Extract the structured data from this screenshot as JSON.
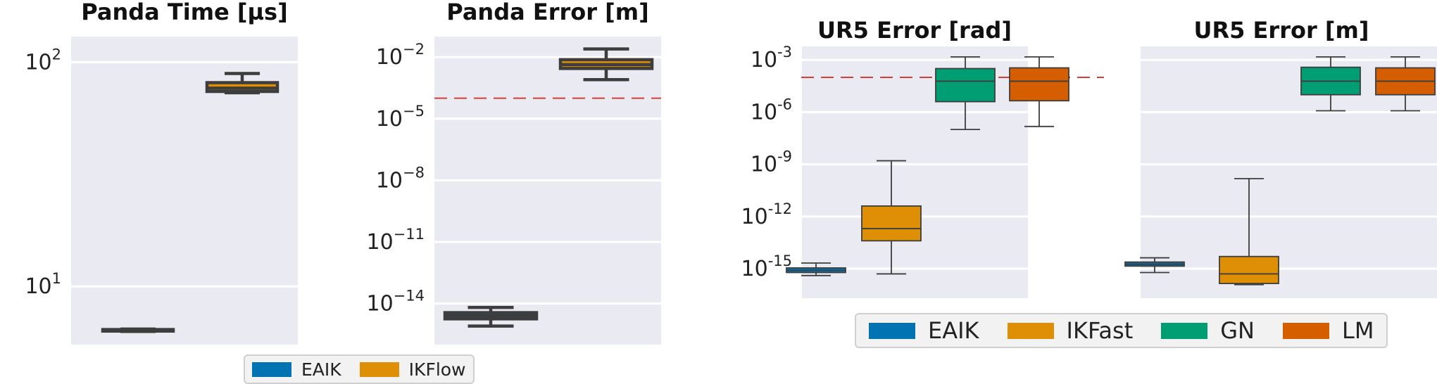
{
  "chart_data": [
    {
      "type": "box",
      "title": "Panda Time [µs]",
      "yscale": "log",
      "ylim": [
        5.5,
        130
      ],
      "yticks": [
        {
          "value": 10,
          "label": "10",
          "exp": "1"
        },
        {
          "value": 100,
          "label": "10",
          "exp": "2"
        }
      ],
      "boxes": [
        {
          "series": "EAIK",
          "whislo": 6.3,
          "q1": 6.32,
          "med": 6.36,
          "q3": 6.42,
          "whishi": 6.45
        },
        {
          "series": "IKFlow",
          "whislo": 73,
          "q1": 74,
          "med": 76.5,
          "q3": 81,
          "whishi": 89
        }
      ]
    },
    {
      "type": "box",
      "title": "Panda Error [m]",
      "yscale": "log",
      "ylim": [
        1e-16,
        0.1
      ],
      "yticks": [
        {
          "value": 0.01,
          "label": "10",
          "exp": "−2"
        },
        {
          "value": 1e-05,
          "label": "10",
          "exp": "−5"
        },
        {
          "value": 1e-08,
          "label": "10",
          "exp": "−8"
        },
        {
          "value": 1e-11,
          "label": "10",
          "exp": "−11"
        },
        {
          "value": 1e-14,
          "label": "10",
          "exp": "−14"
        }
      ],
      "threshold": 0.0001,
      "boxes": [
        {
          "series": "EAIK",
          "whislo": 8e-16,
          "q1": 1.8e-15,
          "med": 2.5e-15,
          "q3": 3.6e-15,
          "whishi": 6.5e-15
        },
        {
          "series": "IKFlow",
          "whislo": 0.0008,
          "q1": 0.0028,
          "med": 0.0043,
          "q3": 0.0075,
          "whishi": 0.025
        }
      ]
    },
    {
      "type": "box",
      "title": "UR5 Error [rad]",
      "yscale": "log",
      "ylim": [
        2e-17,
        0.006
      ],
      "yticks": [
        {
          "value": 0.001,
          "label": "10",
          "exp": "-3"
        },
        {
          "value": 1e-06,
          "label": "10",
          "exp": "-6"
        },
        {
          "value": 1e-09,
          "label": "10",
          "exp": "-9"
        },
        {
          "value": 1e-12,
          "label": "10",
          "exp": "-12"
        },
        {
          "value": 1e-15,
          "label": "10",
          "exp": "-15"
        }
      ],
      "threshold": 0.0001,
      "boxes": [
        {
          "series": "EAIK",
          "whislo": 4e-16,
          "q1": 6e-16,
          "med": 8e-16,
          "q3": 1.1e-15,
          "whishi": 2.1e-15
        },
        {
          "series": "IKFast",
          "whislo": 5e-16,
          "q1": 4e-14,
          "med": 2e-13,
          "q3": 4e-12,
          "whishi": 1.6e-09
        },
        {
          "series": "GN",
          "whislo": 1e-07,
          "q1": 4e-06,
          "med": 6e-05,
          "q3": 0.00032,
          "whishi": 0.0015
        },
        {
          "series": "LM",
          "whislo": 1.5e-07,
          "q1": 4.5e-06,
          "med": 6e-05,
          "q3": 0.00035,
          "whishi": 0.0015
        }
      ]
    },
    {
      "type": "box",
      "title": "UR5 Error [m]",
      "yscale": "log",
      "ylim": [
        2e-17,
        0.006
      ],
      "yticks": [],
      "boxes": [
        {
          "series": "EAIK",
          "whislo": 6e-16,
          "q1": 1.4e-15,
          "med": 1.8e-15,
          "q3": 2.4e-15,
          "whishi": 4.2e-15
        },
        {
          "series": "IKFast",
          "whislo": 1.2e-16,
          "q1": 1.4e-16,
          "med": 5e-16,
          "q3": 5e-15,
          "whishi": 1.5e-10
        },
        {
          "series": "GN",
          "whislo": 1.2e-06,
          "q1": 1e-05,
          "med": 6e-05,
          "q3": 0.00038,
          "whishi": 0.0015
        },
        {
          "series": "LM",
          "whislo": 1.2e-06,
          "q1": 1e-05,
          "med": 6e-05,
          "q3": 0.00035,
          "whishi": 0.0015
        }
      ]
    }
  ],
  "legends": {
    "panda": [
      {
        "label": "EAIK",
        "color": "#0173b2"
      },
      {
        "label": "IKFlow",
        "color": "#de8f05"
      }
    ],
    "ur5": [
      {
        "label": "EAIK",
        "color": "#0173b2"
      },
      {
        "label": "IKFast",
        "color": "#de8f05"
      },
      {
        "label": "GN",
        "color": "#029e73"
      },
      {
        "label": "LM",
        "color": "#d55e00"
      }
    ]
  },
  "colors": {
    "EAIK": "#0173b2",
    "IKFlow": "#de8f05",
    "IKFast": "#de8f05",
    "GN": "#029e73",
    "LM": "#d55e00",
    "panel_bg": "#eaeaf2",
    "threshold_line": "#d43f3a"
  }
}
